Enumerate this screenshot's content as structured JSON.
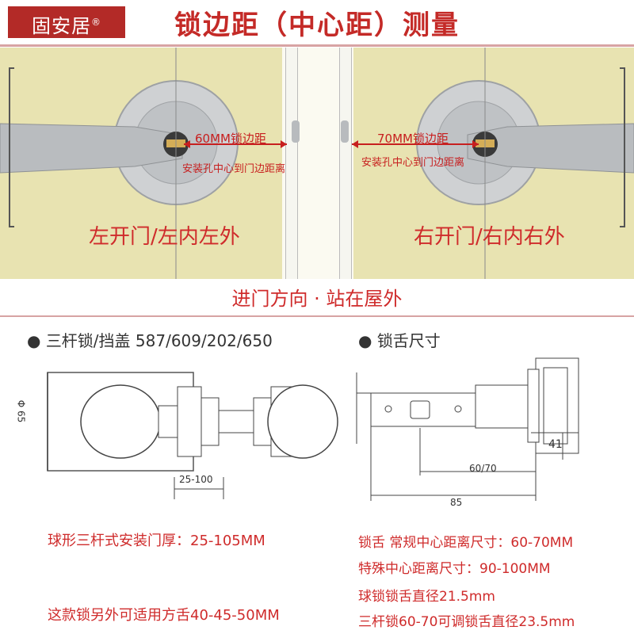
{
  "brand": {
    "logo_text": "固安居",
    "registered": "®"
  },
  "title": "锁边距（中心距）测量",
  "left_panel": {
    "measure": "60MM锁边距",
    "measure_sub": "安装孔中心到门边距离",
    "caption": "左开门/左内左外"
  },
  "right_panel": {
    "measure": "70MM锁边距",
    "measure_sub": "安装孔中心到门边距离",
    "caption": "右开门/右内右外"
  },
  "direction": "进门方向 · 站在屋外",
  "lock_section": {
    "title": "三杆锁/挡盖 587/609/202/650",
    "dims": {
      "diameter": "Φ 65",
      "thickness": "25-100"
    },
    "spec": "球形三杆式安装门厚：25-105MM",
    "note": "这款锁另外可适用方舌40-45-50MM"
  },
  "latch_section": {
    "title": "锁舌尺寸",
    "dims": {
      "plate": "41",
      "backset": "60/70",
      "length": "85"
    },
    "specs": [
      "锁舌 常规中心距离尺寸：60-70MM",
      "特殊中心距离尺寸：90-100MM",
      "球锁锁舌直径21.5mm",
      "三杆锁60-70可调锁舌直径23.5mm"
    ]
  },
  "colors": {
    "accent_red": "#c42a27",
    "door_yellow": "#e8e3b1"
  }
}
